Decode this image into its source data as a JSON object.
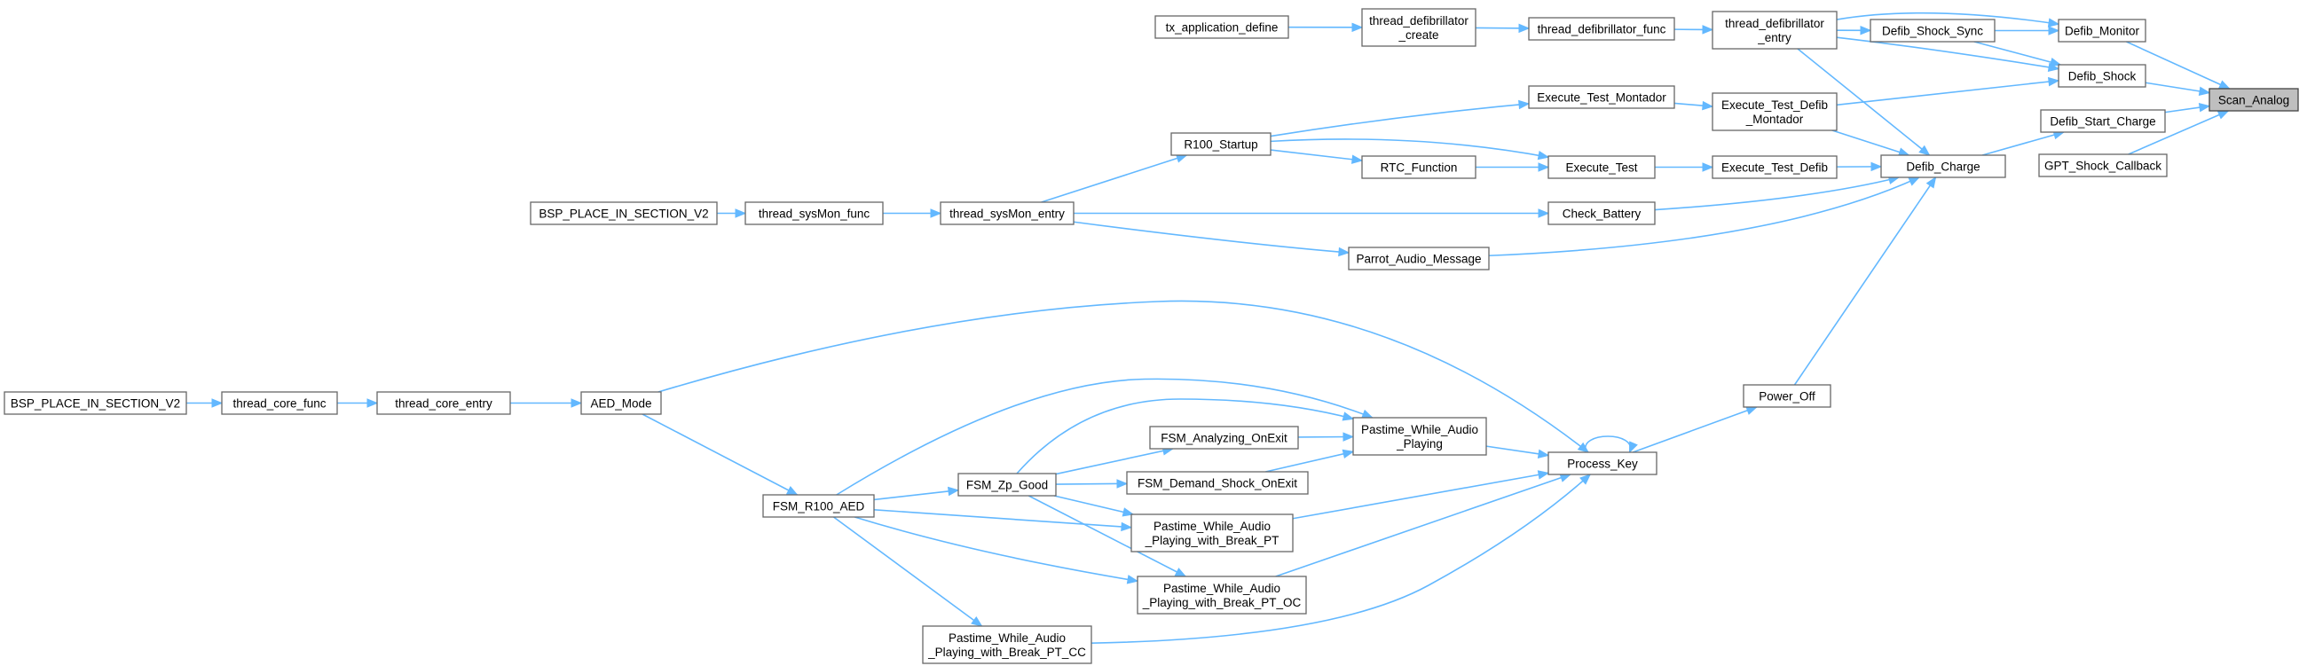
{
  "graph": {
    "root": "Scan_Analog",
    "nodes": [
      {
        "id": "scan_analog",
        "lines": [
          "Scan_Analog"
        ],
        "highlight": true
      },
      {
        "id": "defib_monitor",
        "lines": [
          "Defib_Monitor"
        ]
      },
      {
        "id": "defib_shock",
        "lines": [
          "Defib_Shock"
        ]
      },
      {
        "id": "defib_start_charge",
        "lines": [
          "Defib_Start_Charge"
        ]
      },
      {
        "id": "gpt_shock_callback",
        "lines": [
          "GPT_Shock_Callback"
        ]
      },
      {
        "id": "defib_shock_sync",
        "lines": [
          "Defib_Shock_Sync"
        ]
      },
      {
        "id": "thread_defib_entry",
        "lines": [
          "thread_defibrillator",
          "_entry"
        ]
      },
      {
        "id": "exec_test_defib_montador",
        "lines": [
          "Execute_Test_Defib",
          "_Montador"
        ]
      },
      {
        "id": "defib_charge",
        "lines": [
          "Defib_Charge"
        ]
      },
      {
        "id": "thread_defib_func",
        "lines": [
          "thread_defibrillator_func"
        ]
      },
      {
        "id": "thread_defib_create",
        "lines": [
          "thread_defibrillator",
          "_create"
        ]
      },
      {
        "id": "tx_app_define",
        "lines": [
          "tx_application_define"
        ]
      },
      {
        "id": "exec_test_montador",
        "lines": [
          "Execute_Test_Montador"
        ]
      },
      {
        "id": "r100_startup",
        "lines": [
          "R100_Startup"
        ]
      },
      {
        "id": "execute_test",
        "lines": [
          "Execute_Test"
        ]
      },
      {
        "id": "exec_test_defib",
        "lines": [
          "Execute_Test_Defib"
        ]
      },
      {
        "id": "rtc_function",
        "lines": [
          "RTC_Function"
        ]
      },
      {
        "id": "check_battery",
        "lines": [
          "Check_Battery"
        ]
      },
      {
        "id": "parrot_audio",
        "lines": [
          "Parrot_Audio_Message"
        ]
      },
      {
        "id": "thread_sysmon_entry",
        "lines": [
          "thread_sysMon_entry"
        ]
      },
      {
        "id": "thread_sysmon_func",
        "lines": [
          "thread_sysMon_func"
        ]
      },
      {
        "id": "bsp_v2_top",
        "lines": [
          "BSP_PLACE_IN_SECTION_V2"
        ]
      },
      {
        "id": "power_off",
        "lines": [
          "Power_Off"
        ]
      },
      {
        "id": "process_key",
        "lines": [
          "Process_Key"
        ]
      },
      {
        "id": "aed_mode",
        "lines": [
          "AED_Mode"
        ]
      },
      {
        "id": "thread_core_entry",
        "lines": [
          "thread_core_entry"
        ]
      },
      {
        "id": "thread_core_func",
        "lines": [
          "thread_core_func"
        ]
      },
      {
        "id": "bsp_v2_bottom",
        "lines": [
          "BSP_PLACE_IN_SECTION_V2"
        ]
      },
      {
        "id": "fsm_r100_aed",
        "lines": [
          "FSM_R100_AED"
        ]
      },
      {
        "id": "fsm_zp_good",
        "lines": [
          "FSM_Zp_Good"
        ]
      },
      {
        "id": "fsm_analyzing",
        "lines": [
          "FSM_Analyzing_OnExit"
        ]
      },
      {
        "id": "fsm_demand_shock",
        "lines": [
          "FSM_Demand_Shock_OnExit"
        ]
      },
      {
        "id": "pastime_wap",
        "lines": [
          "Pastime_While_Audio",
          "_Playing"
        ]
      },
      {
        "id": "pastime_pt",
        "lines": [
          "Pastime_While_Audio",
          "_Playing_with_Break_PT"
        ]
      },
      {
        "id": "pastime_pt_oc",
        "lines": [
          "Pastime_While_Audio",
          "_Playing_with_Break_PT_OC"
        ]
      },
      {
        "id": "pastime_pt_cc",
        "lines": [
          "Pastime_While_Audio",
          "_Playing_with_Break_PT_CC"
        ]
      }
    ],
    "edges": [
      {
        "from": "defib_monitor",
        "to": "scan_analog"
      },
      {
        "from": "defib_shock",
        "to": "scan_analog"
      },
      {
        "from": "defib_start_charge",
        "to": "scan_analog"
      },
      {
        "from": "gpt_shock_callback",
        "to": "scan_analog"
      },
      {
        "from": "defib_shock_sync",
        "to": "defib_monitor"
      },
      {
        "from": "thread_defib_entry",
        "to": "defib_monitor"
      },
      {
        "from": "defib_shock_sync",
        "to": "defib_shock"
      },
      {
        "from": "thread_defib_entry",
        "to": "defib_shock"
      },
      {
        "from": "exec_test_defib_montador",
        "to": "defib_shock"
      },
      {
        "from": "defib_charge",
        "to": "defib_start_charge"
      },
      {
        "from": "thread_defib_entry",
        "to": "defib_shock_sync"
      },
      {
        "from": "thread_defib_func",
        "to": "thread_defib_entry"
      },
      {
        "from": "thread_defib_create",
        "to": "thread_defib_func"
      },
      {
        "from": "tx_app_define",
        "to": "thread_defib_create"
      },
      {
        "from": "thread_defib_entry",
        "to": "defib_charge"
      },
      {
        "from": "exec_test_defib_montador",
        "to": "defib_charge"
      },
      {
        "from": "exec_test_defib",
        "to": "defib_charge"
      },
      {
        "from": "check_battery",
        "to": "defib_charge"
      },
      {
        "from": "parrot_audio",
        "to": "defib_charge"
      },
      {
        "from": "power_off",
        "to": "defib_charge"
      },
      {
        "from": "exec_test_montador",
        "to": "exec_test_defib_montador"
      },
      {
        "from": "r100_startup",
        "to": "exec_test_montador"
      },
      {
        "from": "r100_startup",
        "to": "execute_test"
      },
      {
        "from": "r100_startup",
        "to": "rtc_function"
      },
      {
        "from": "rtc_function",
        "to": "execute_test"
      },
      {
        "from": "execute_test",
        "to": "exec_test_defib"
      },
      {
        "from": "thread_sysmon_entry",
        "to": "r100_startup"
      },
      {
        "from": "thread_sysmon_entry",
        "to": "check_battery"
      },
      {
        "from": "thread_sysmon_entry",
        "to": "parrot_audio"
      },
      {
        "from": "thread_sysmon_func",
        "to": "thread_sysmon_entry"
      },
      {
        "from": "bsp_v2_top",
        "to": "thread_sysmon_func"
      },
      {
        "from": "process_key",
        "to": "power_off"
      },
      {
        "from": "process_key",
        "to": "process_key"
      },
      {
        "from": "aed_mode",
        "to": "process_key"
      },
      {
        "from": "pastime_wap",
        "to": "process_key"
      },
      {
        "from": "pastime_pt",
        "to": "process_key"
      },
      {
        "from": "pastime_pt_oc",
        "to": "process_key"
      },
      {
        "from": "pastime_pt_cc",
        "to": "process_key"
      },
      {
        "from": "fsm_r100_aed",
        "to": "pastime_wap"
      },
      {
        "from": "fsm_zp_good",
        "to": "pastime_wap"
      },
      {
        "from": "fsm_analyzing",
        "to": "pastime_wap"
      },
      {
        "from": "fsm_demand_shock",
        "to": "pastime_wap"
      },
      {
        "from": "fsm_zp_good",
        "to": "fsm_analyzing"
      },
      {
        "from": "fsm_zp_good",
        "to": "fsm_demand_shock"
      },
      {
        "from": "fsm_zp_good",
        "to": "pastime_pt"
      },
      {
        "from": "fsm_zp_good",
        "to": "pastime_pt_oc"
      },
      {
        "from": "fsm_r100_aed",
        "to": "fsm_zp_good"
      },
      {
        "from": "fsm_r100_aed",
        "to": "pastime_pt"
      },
      {
        "from": "fsm_r100_aed",
        "to": "pastime_pt_oc"
      },
      {
        "from": "fsm_r100_aed",
        "to": "pastime_pt_cc"
      },
      {
        "from": "aed_mode",
        "to": "fsm_r100_aed"
      },
      {
        "from": "thread_core_entry",
        "to": "aed_mode"
      },
      {
        "from": "thread_core_func",
        "to": "thread_core_entry"
      },
      {
        "from": "bsp_v2_bottom",
        "to": "thread_core_func"
      }
    ]
  }
}
